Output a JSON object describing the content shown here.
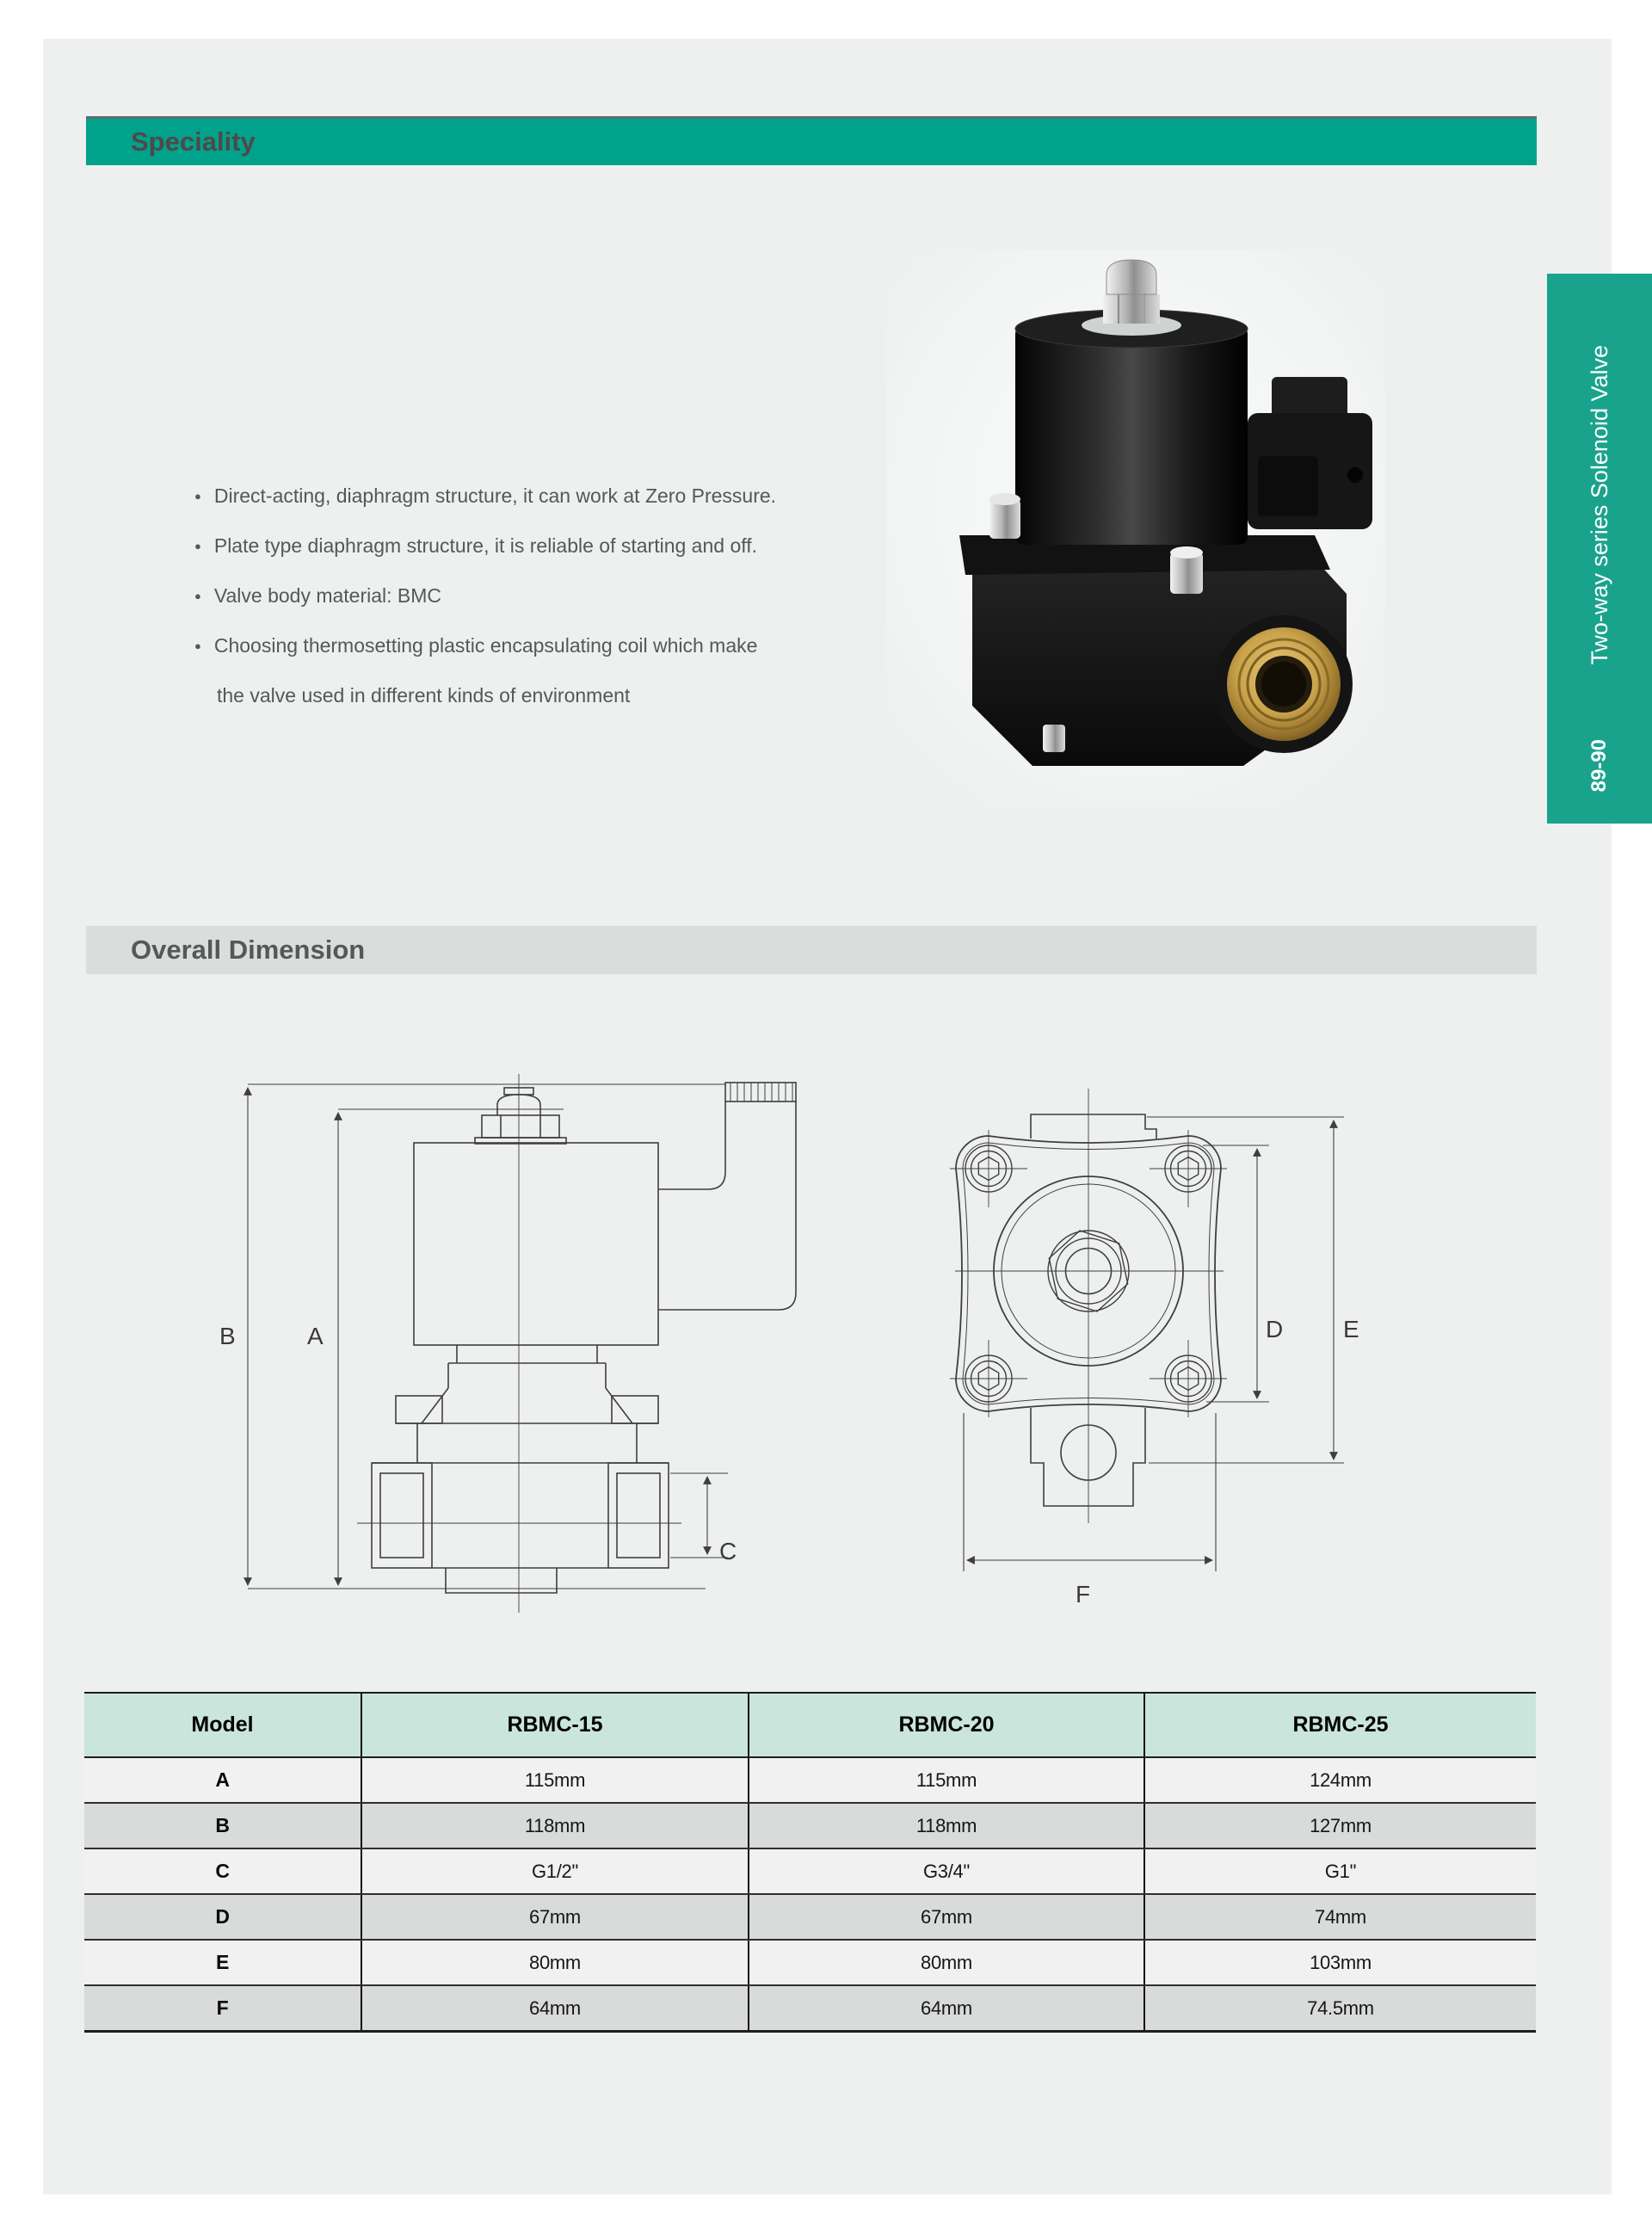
{
  "colors": {
    "accent_teal": "#00A28B",
    "tab_teal": "#19A38D",
    "page_bg": "#EEEFEF",
    "od_bar_gray": "#DBDCDC",
    "table_header_green": "#CAE6DC",
    "row_gray": "#D9DADA",
    "row_light": "#F0F1F0",
    "body_text": "#56575A"
  },
  "headers": {
    "speciality": "Speciality",
    "overall_dimension": "Overall Dimension"
  },
  "side_tab": {
    "series": "Two-way series Solenoid Valve",
    "pages": "89-90"
  },
  "features": {
    "bullet": "●",
    "lines": [
      {
        "text": "Direct-acting, diaphragm structure, it can work at Zero Pressure."
      },
      {
        "text": "Plate type diaphragm structure, it is reliable of starting and off."
      },
      {
        "text": "Valve body material: BMC"
      },
      {
        "text": "Choosing thermosetting plastic encapsulating coil which make"
      },
      {
        "text": "the valve used in different kinds of environment"
      }
    ]
  },
  "drawings": {
    "side_view_labels": {
      "b": "B",
      "a": "A",
      "c": "C"
    },
    "front_view_labels": {
      "d": "D",
      "e": "E",
      "f": "F"
    }
  },
  "table": {
    "headers": [
      "Model",
      "RBMC-15",
      "RBMC-20",
      "RBMC-25"
    ],
    "rows": [
      {
        "label": "A",
        "values": [
          "115mm",
          "115mm",
          "124mm"
        ]
      },
      {
        "label": "B",
        "values": [
          "118mm",
          "118mm",
          "127mm"
        ]
      },
      {
        "label": "C",
        "values": [
          "G1/2\"",
          "G3/4\"",
          "G1\""
        ]
      },
      {
        "label": "D",
        "values": [
          "67mm",
          "67mm",
          "74mm"
        ]
      },
      {
        "label": "E",
        "values": [
          "80mm",
          "80mm",
          "103mm"
        ]
      },
      {
        "label": "F",
        "values": [
          "64mm",
          "64mm",
          "74.5mm"
        ]
      }
    ]
  }
}
